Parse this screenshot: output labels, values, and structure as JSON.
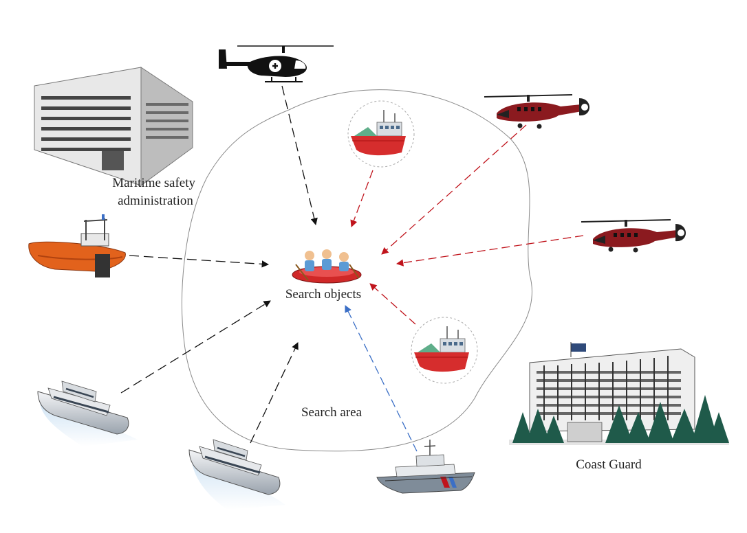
{
  "labels": {
    "maritime": [
      "Maritime safety",
      "administration"
    ],
    "search_objects": "Search objects",
    "search_area": "Search area",
    "coast_guard": "Coast Guard"
  },
  "colors": {
    "black_arrow": "#111111",
    "red_arrow": "#c0141c",
    "blue_arrow": "#3b6fc6",
    "helicopter_red": "#8b1a1f",
    "raft_red": "#d02828",
    "rib_orange": "#e2621c",
    "building_gray": "#8a8a8a"
  },
  "icons": [
    "maritime-building-icon",
    "medical-helicopter-icon",
    "red-helicopter-icon",
    "fishing-boat-icon",
    "rescue-boat-icon",
    "life-raft-icon",
    "yacht-icon",
    "patrol-ship-icon",
    "coast-guard-building-icon"
  ]
}
